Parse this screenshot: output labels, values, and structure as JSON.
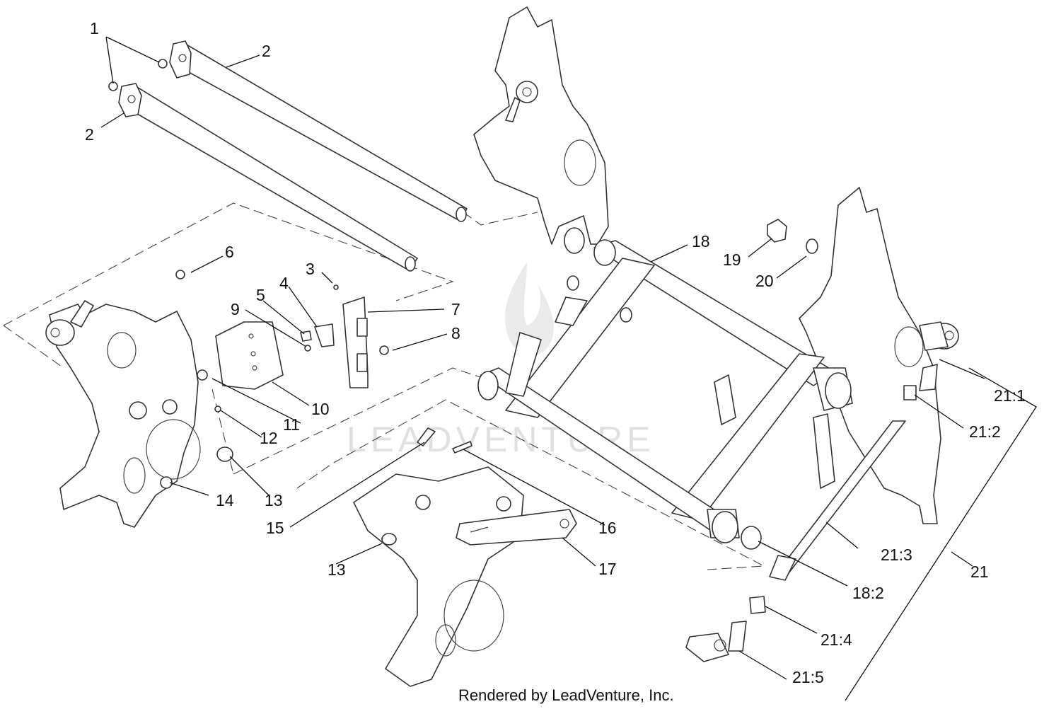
{
  "diagram": {
    "callouts": [
      {
        "id": "c1",
        "label": "1"
      },
      {
        "id": "c2a",
        "label": "2"
      },
      {
        "id": "c2b",
        "label": "2"
      },
      {
        "id": "c3",
        "label": "3"
      },
      {
        "id": "c4",
        "label": "4"
      },
      {
        "id": "c5",
        "label": "5"
      },
      {
        "id": "c6",
        "label": "6"
      },
      {
        "id": "c7",
        "label": "7"
      },
      {
        "id": "c8",
        "label": "8"
      },
      {
        "id": "c9",
        "label": "9"
      },
      {
        "id": "c10",
        "label": "10"
      },
      {
        "id": "c11",
        "label": "11"
      },
      {
        "id": "c12",
        "label": "12"
      },
      {
        "id": "c13a",
        "label": "13"
      },
      {
        "id": "c13b",
        "label": "13"
      },
      {
        "id": "c14",
        "label": "14"
      },
      {
        "id": "c15",
        "label": "15"
      },
      {
        "id": "c16",
        "label": "16"
      },
      {
        "id": "c17",
        "label": "17"
      },
      {
        "id": "c18",
        "label": "18"
      },
      {
        "id": "c18_2",
        "label": "18:2"
      },
      {
        "id": "c19",
        "label": "19"
      },
      {
        "id": "c20",
        "label": "20"
      },
      {
        "id": "c21",
        "label": "21"
      },
      {
        "id": "c21_1",
        "label": "21:1"
      },
      {
        "id": "c21_2",
        "label": "21:2"
      },
      {
        "id": "c21_3",
        "label": "21:3"
      },
      {
        "id": "c21_4",
        "label": "21:4"
      },
      {
        "id": "c21_5",
        "label": "21:5"
      }
    ],
    "watermark": "LEADVENTURE",
    "footer": "Rendered by LeadVenture, Inc."
  }
}
